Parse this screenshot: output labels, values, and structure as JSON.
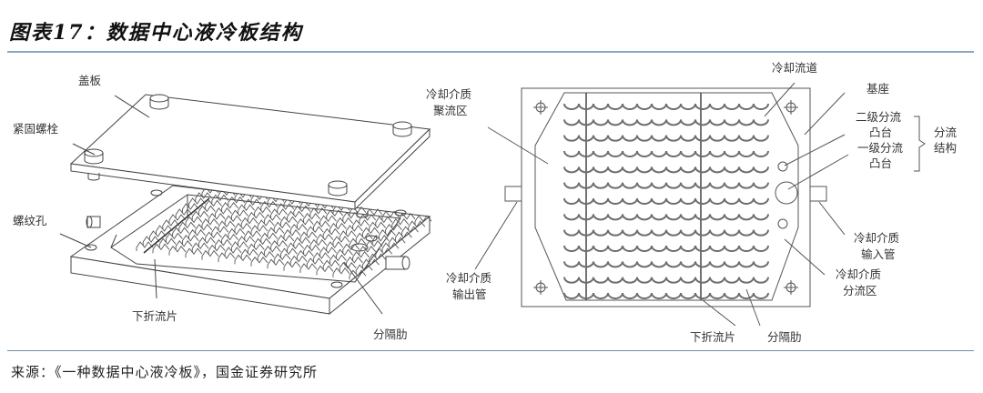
{
  "figure": {
    "title": "图表17：数据中心液冷板结构",
    "source": "来源：《一种数据中心液冷板》，国金证券研究所"
  },
  "left_diagram": {
    "view": "exploded-isometric",
    "labels": {
      "cover_plate": "盖板",
      "fastening_bolt": "紧固螺栓",
      "screw_hole": "螺纹孔",
      "folded_fin": "下折流片",
      "divider_rib": "分隔肋"
    }
  },
  "right_diagram": {
    "view": "top-plan",
    "labels": {
      "cooling_channel": "冷却流道",
      "collect_zone_line1": "冷却介质",
      "collect_zone_line2": "聚流区",
      "base": "基座",
      "secondary_boss_line1": "二级分流",
      "secondary_boss_line2": "凸台",
      "primary_boss_line1": "一级分流",
      "primary_boss_line2": "凸台",
      "diverter_structure_line1": "分流",
      "diverter_structure_line2": "结构",
      "outlet_pipe_line1": "冷却介质",
      "outlet_pipe_line2": "输出管",
      "inlet_pipe_line1": "冷却介质",
      "inlet_pipe_line2": "输入管",
      "diverter_zone_line1": "冷却介质",
      "diverter_zone_line2": "分流区",
      "folded_fin": "下折流片",
      "divider_rib": "分隔肋"
    },
    "wave_rows": 13
  },
  "colors": {
    "rule": "#8aa6c1",
    "line": "#444444",
    "wave": "#6e6e6e"
  }
}
